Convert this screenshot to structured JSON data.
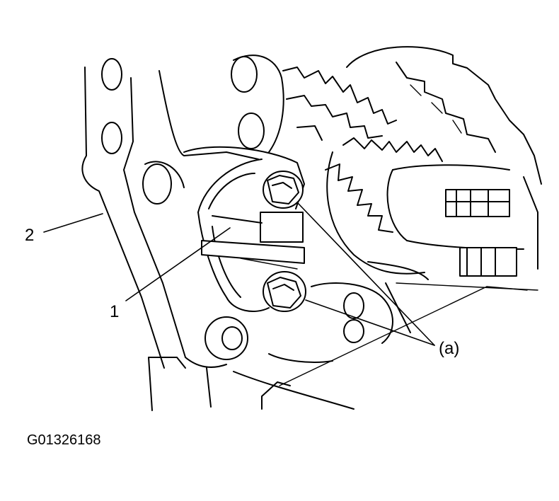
{
  "callouts": {
    "part_1": "1",
    "part_2": "2",
    "fasteners_a": "(a)"
  },
  "figure_id": "G01326168",
  "colors": {
    "ink": "#000000",
    "background": "#ffffff"
  }
}
